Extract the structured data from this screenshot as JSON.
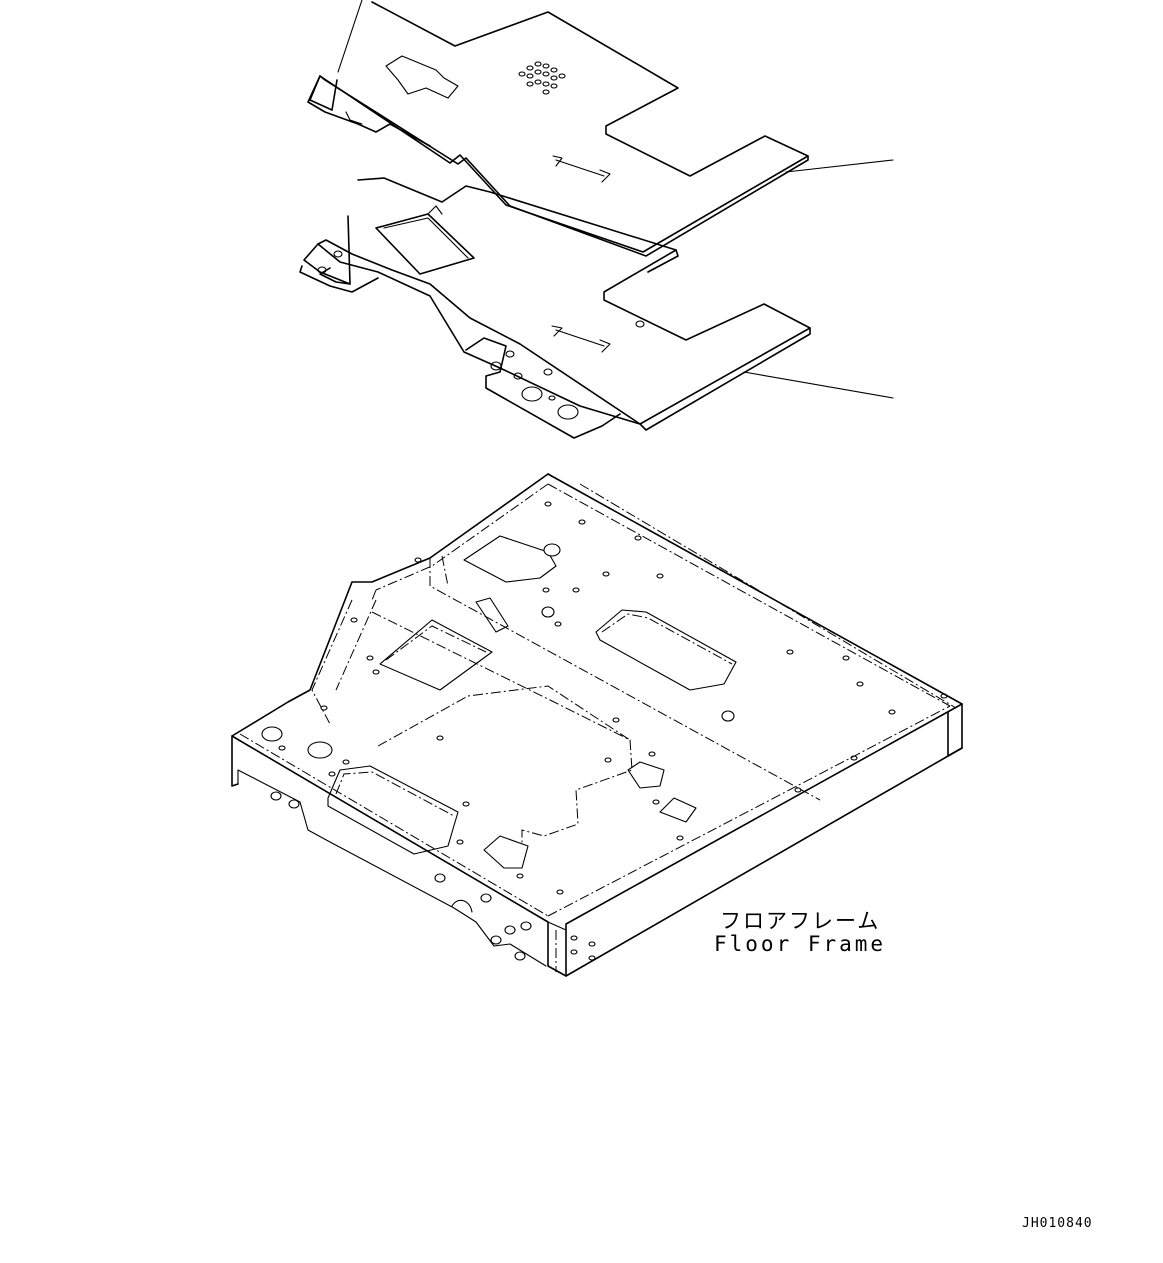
{
  "labels": {
    "floor_frame_jp": "フロアフレーム",
    "floor_frame_en": "Floor Frame",
    "drawing_id": "JH010840"
  },
  "colors": {
    "line": "#000000",
    "background": "#ffffff"
  }
}
